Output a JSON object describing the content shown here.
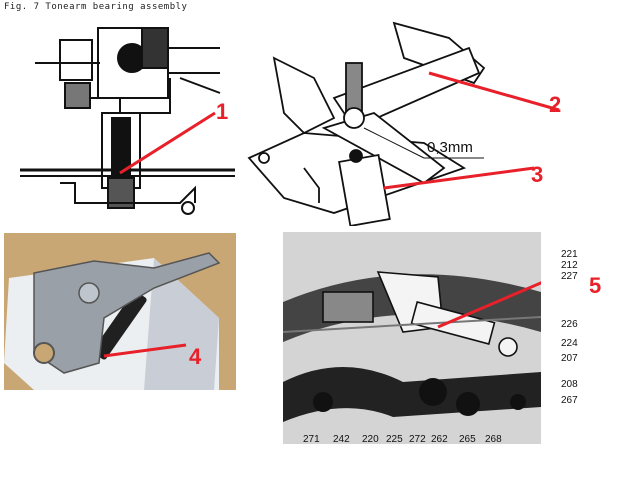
{
  "caption": "Fig.  7  Tonearm bearing assembly",
  "callouts": [
    {
      "id": "c1",
      "text": "1"
    },
    {
      "id": "c2",
      "text": "2"
    },
    {
      "id": "c3",
      "text": "3"
    },
    {
      "id": "c4",
      "text": "4"
    },
    {
      "id": "c5",
      "text": "5"
    }
  ],
  "measurement": "0,3mm",
  "parts_right": [
    "221",
    "212",
    "227",
    "226",
    "224",
    "207",
    "208",
    "267"
  ],
  "parts_bottom": [
    "271",
    "242",
    "220",
    "225",
    "272",
    "262",
    "265",
    "268"
  ],
  "colors": {
    "callout": "#e8202a",
    "line": "#111111",
    "photo_bg": "#c9b28a"
  }
}
